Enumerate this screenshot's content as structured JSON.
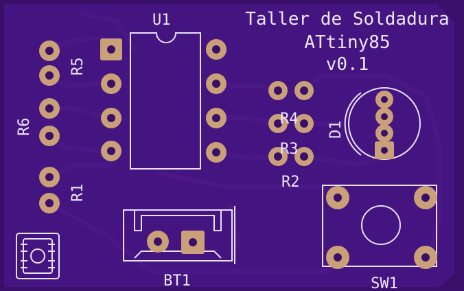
{
  "board": {
    "title_line1": "Taller de Soldadura",
    "title_line2": "ATtiny85",
    "title_line3": "v0.1"
  },
  "components": {
    "u1": {
      "ref": "U1"
    },
    "r1": {
      "ref": "R1"
    },
    "r2": {
      "ref": "R2"
    },
    "r3": {
      "ref": "R3"
    },
    "r4": {
      "ref": "R4"
    },
    "r5": {
      "ref": "R5"
    },
    "r6": {
      "ref": "R6"
    },
    "d1": {
      "ref": "D1"
    },
    "bt1": {
      "ref": "BT1"
    },
    "sw1": {
      "ref": "SW1"
    }
  },
  "colors": {
    "substrate": "#3a0f6a",
    "copper_fill": "#4a1787",
    "silkscreen": "#e9e1f7",
    "pad": "#c9a078"
  },
  "icons": {
    "logo": "oshw-logo-icon"
  }
}
